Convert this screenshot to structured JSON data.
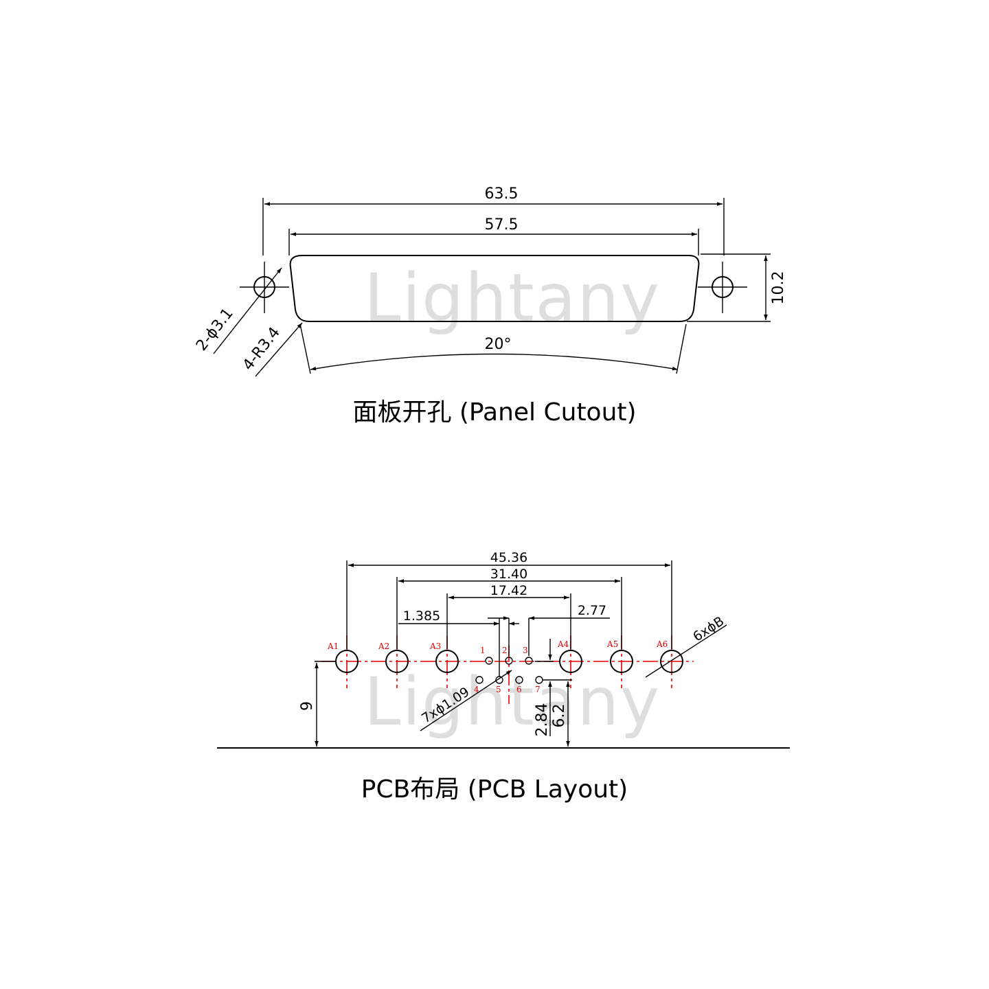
{
  "watermark": "Lightany",
  "panel": {
    "caption": "面板开孔 (Panel Cutout)",
    "dim_overall": "63.5",
    "dim_cutout": "57.5",
    "dim_height": "10.2",
    "dim_angle": "20°",
    "dim_holes": "2-ϕ3.1",
    "dim_radius": "4-R3.4"
  },
  "pcb": {
    "caption": "PCB布局 (PCB Layout)",
    "dim_a1_a6": "45.36",
    "dim_a2_a5": "31.40",
    "dim_a3_a4": "17.42",
    "dim_pitch_a": "1.385",
    "dim_pitch_b": "2.77",
    "dim_big_holes": "6xϕB",
    "dim_small_holes": "7xϕ1.09",
    "dim_row_offset": "2.84",
    "dim_center_height": "6.2",
    "dim_edge_height": "9",
    "large_pins": [
      "A1",
      "A2",
      "A3",
      "A4",
      "A5",
      "A6"
    ],
    "small_pins": [
      "1",
      "2",
      "3",
      "4",
      "5",
      "6",
      "7"
    ]
  }
}
